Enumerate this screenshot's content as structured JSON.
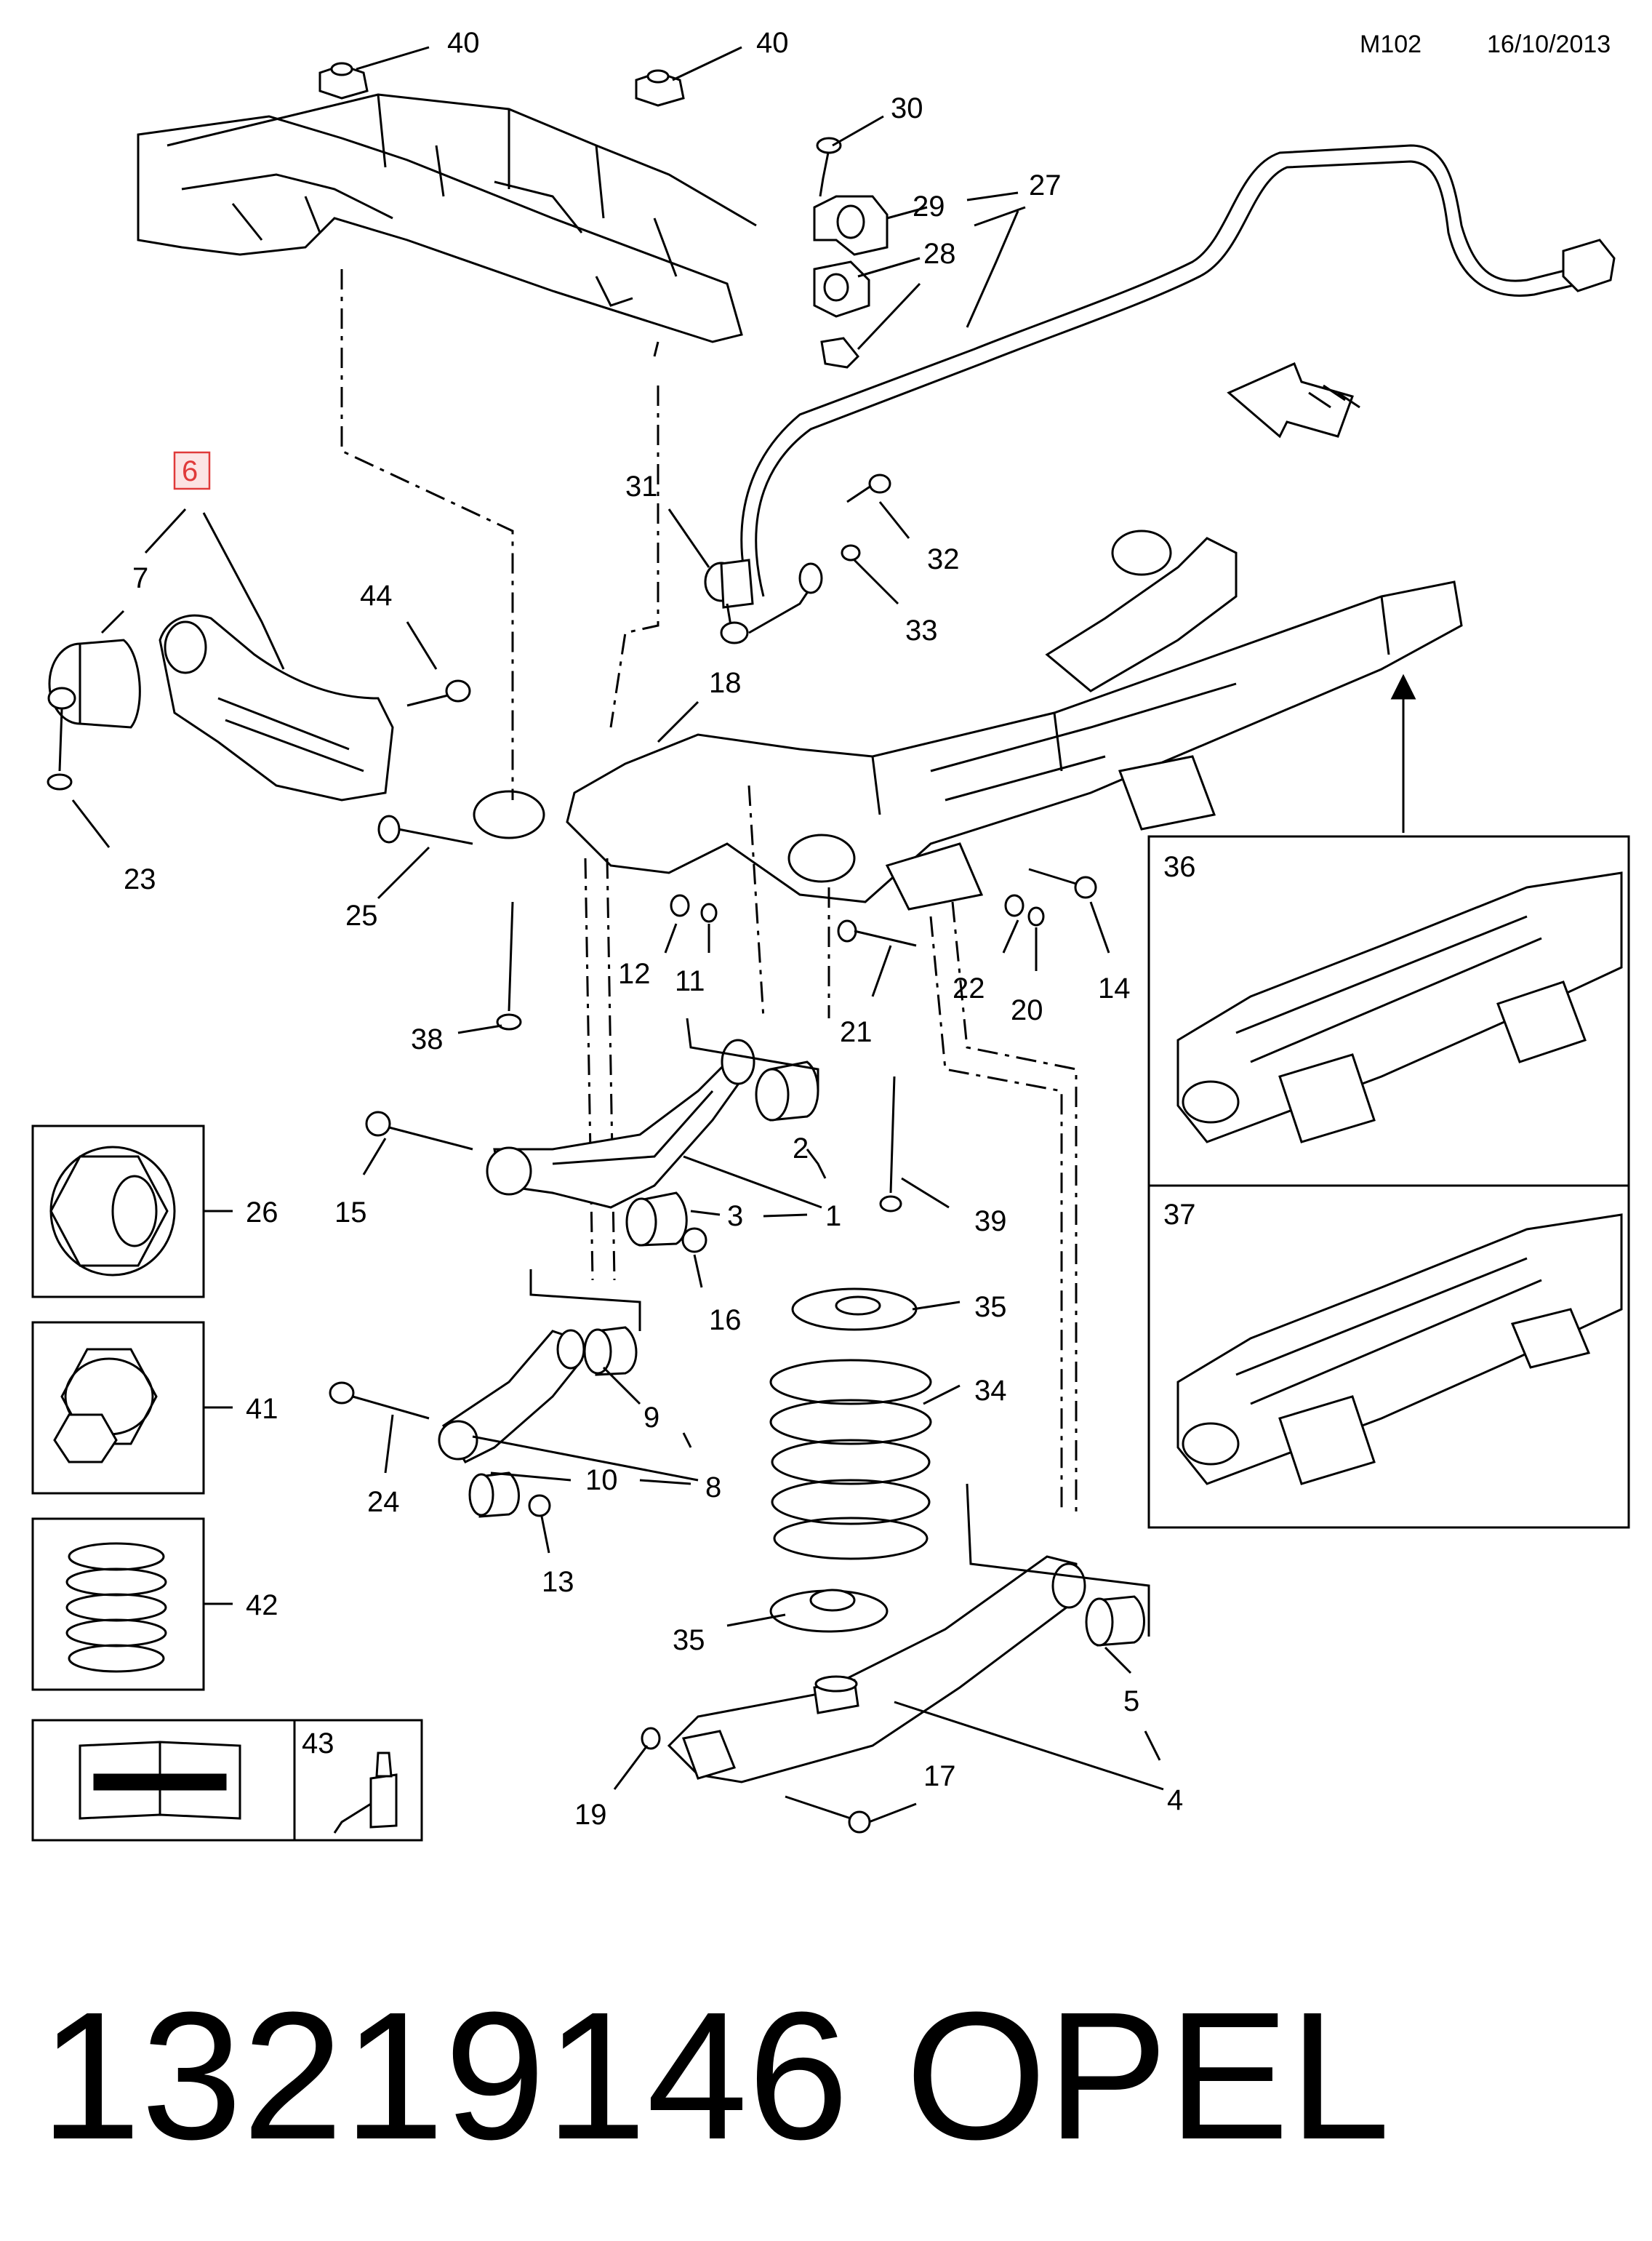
{
  "header": {
    "code": "M102",
    "date": "16/10/2013"
  },
  "callouts": {
    "c40a": "40",
    "c40b": "40",
    "c30": "30",
    "c27": "27",
    "c29": "29",
    "c28": "28",
    "c6": "6",
    "c7": "7",
    "c44": "44",
    "c31": "31",
    "c32": "32",
    "c33": "33",
    "c18": "18",
    "c23": "23",
    "c25": "25",
    "c12": "12",
    "c11": "11",
    "c22": "22",
    "c20": "20",
    "c14": "14",
    "c21": "21",
    "c38": "38",
    "c2": "2",
    "c1": "1",
    "c3": "3",
    "c15": "15",
    "c39": "39",
    "c16": "16",
    "c35a": "35",
    "c34": "34",
    "c9": "9",
    "c8": "8",
    "c10": "10",
    "c24": "24",
    "c13": "13",
    "c35b": "35",
    "c5": "5",
    "c4": "4",
    "c17": "17",
    "c19": "19"
  },
  "legend_boxes": {
    "b26": "26",
    "b41": "41",
    "b42": "42",
    "b43": "43"
  },
  "inset_boxes": {
    "i36": "36",
    "i37": "37"
  },
  "footer": {
    "part_number": "13219146",
    "brand": "OPEL"
  },
  "colors": {
    "highlight": "#e03a3a"
  }
}
